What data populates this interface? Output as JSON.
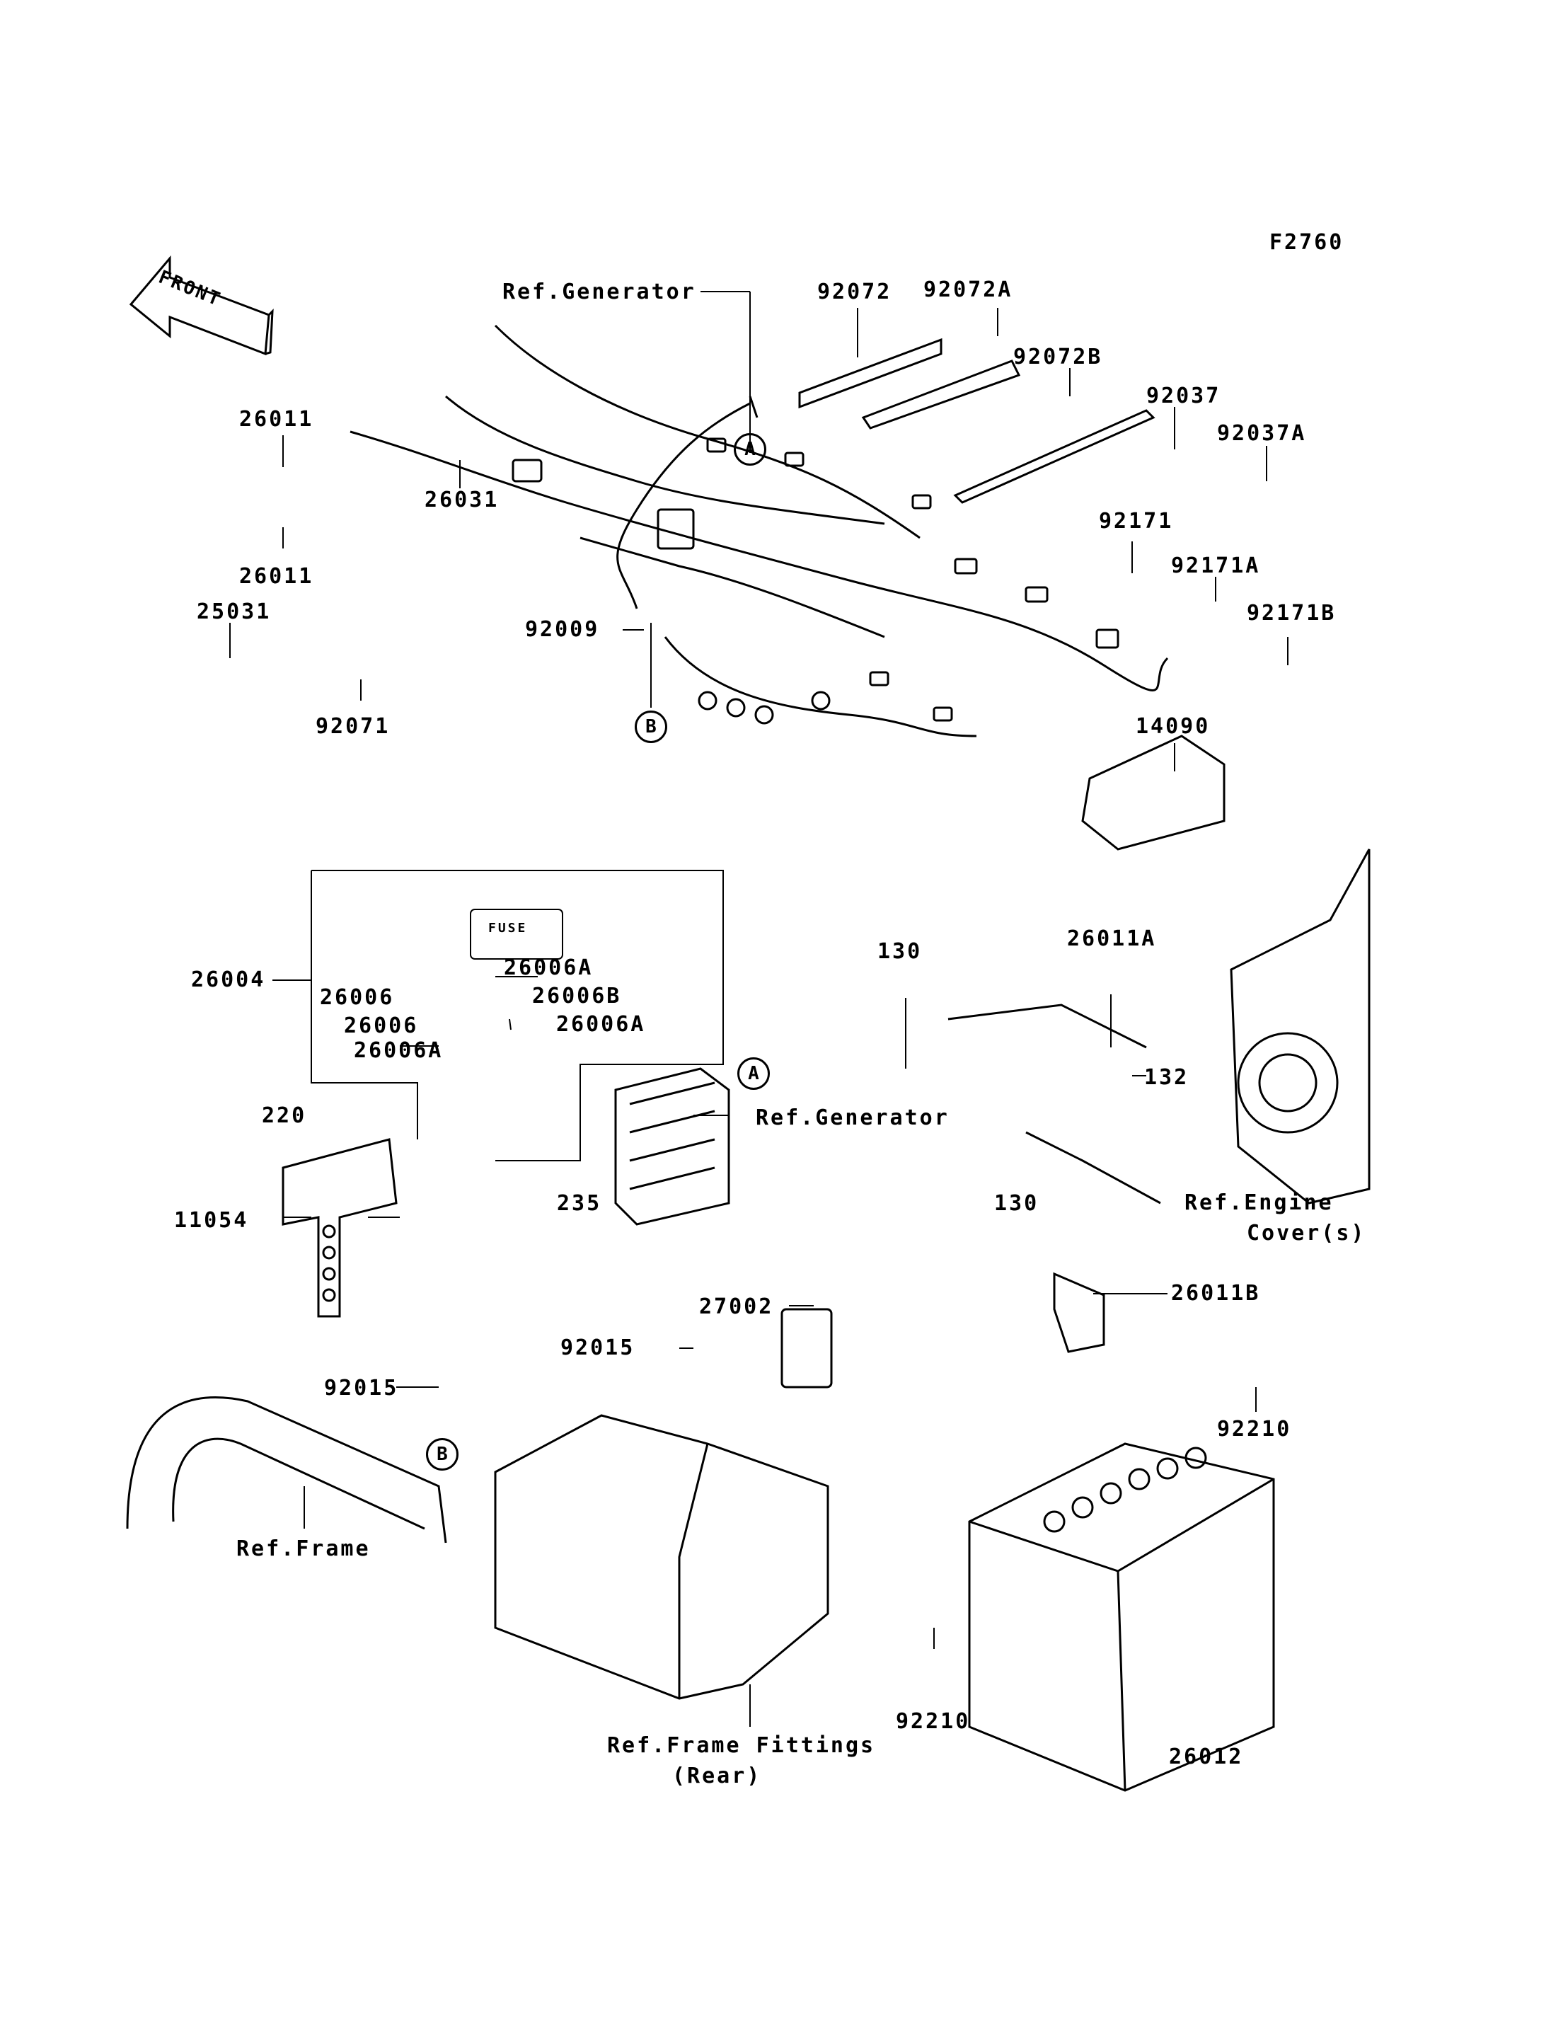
{
  "figure_id": "F2760",
  "front_arrow": "FRONT",
  "callouts": {
    "a": "A",
    "b": "B"
  },
  "labels": {
    "ref_generator_top": "Ref.Generator",
    "p92072": "92072",
    "p92072A": "92072A",
    "p92072B": "92072B",
    "p92037": "92037",
    "p92037A": "92037A",
    "p26011_top": "26011",
    "p26011_bottom": "26011",
    "p26031": "26031",
    "p25031": "25031",
    "p92071": "92071",
    "p92009": "92009",
    "p92171": "92171",
    "p92171A": "92171A",
    "p92171B": "92171B",
    "p14090": "14090",
    "p26004": "26004",
    "p26006A_1": "26006A",
    "p26006_1": "26006",
    "p26006B": "26006B",
    "p26006_2": "26006",
    "p26006A_2": "26006A",
    "p26006A_3": "26006A",
    "ref_generator_mid": "Ref.Generator",
    "p220": "220",
    "p11054": "11054",
    "p235": "235",
    "p130_top": "130",
    "p26011A": "26011A",
    "p132": "132",
    "ref_engine_cover_1": "Ref.Engine",
    "ref_engine_cover_2": "Cover(s)",
    "p130_mid": "130",
    "p26011B": "26011B",
    "p27002": "27002",
    "p92015_a": "92015",
    "p92015_b": "92015",
    "p92210_right": "92210",
    "p92210_left": "92210",
    "ref_frame": "Ref.Frame",
    "ref_frame_fittings_1": "Ref.Frame Fittings",
    "ref_frame_fittings_2": "(Rear)",
    "p26012": "26012",
    "fuse_cover_text": "FUSE"
  }
}
